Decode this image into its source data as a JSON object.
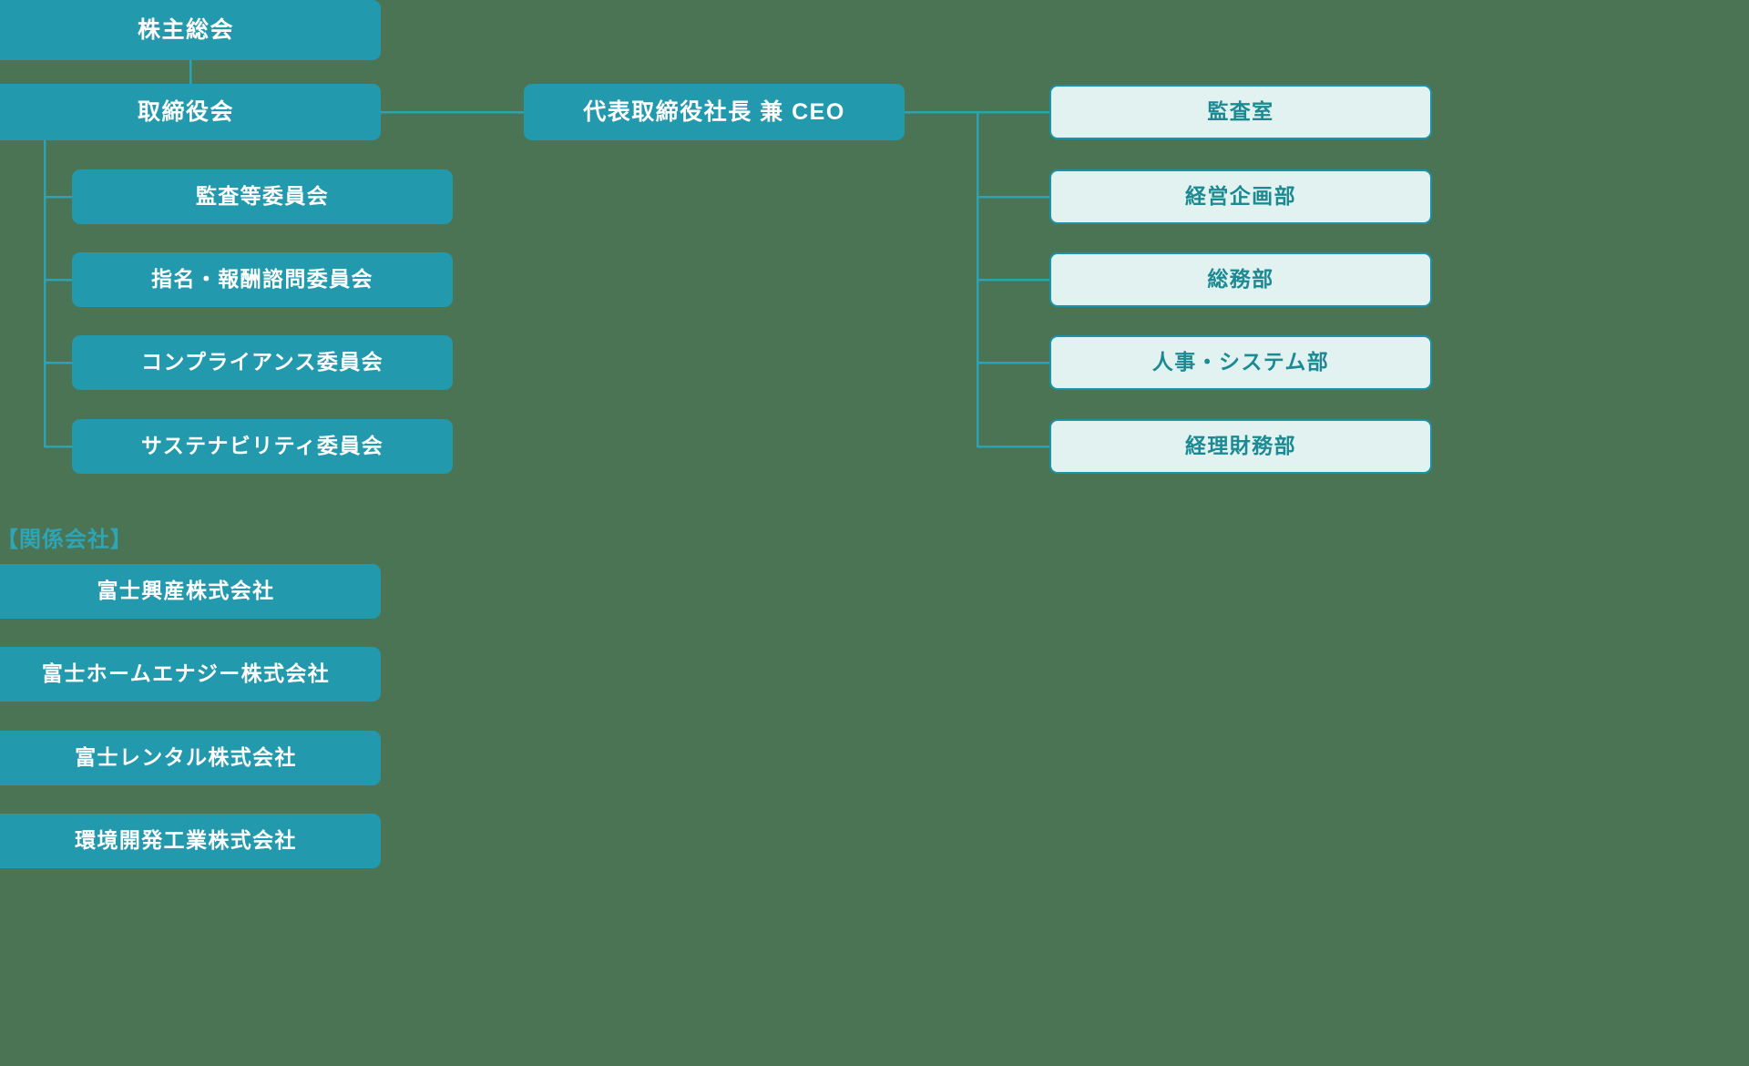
{
  "colors": {
    "background": "#4b7454",
    "box_filled": "#2399ad",
    "box_light_fill": "#e2f2f1",
    "box_light_border": "#1b93a8",
    "text_on_filled": "#ffffff",
    "text_on_light": "#1b8a93",
    "connector_line": "#2ba3b5",
    "heading_text": "#2ea4b4"
  },
  "chart_data": {
    "type": "diagram",
    "title": "",
    "governance": {
      "shareholders_meeting": "株主総会",
      "board_of_directors": "取締役会",
      "president_ceo": "代表取締役社長 兼 CEO"
    },
    "committees": [
      {
        "label": "監査等委員会"
      },
      {
        "label": "指名・報酬諮問委員会"
      },
      {
        "label": "コンプライアンス委員会"
      },
      {
        "label": "サステナビリティ委員会"
      }
    ],
    "departments": [
      {
        "label": "監査室"
      },
      {
        "label": "経営企画部"
      },
      {
        "label": "総務部"
      },
      {
        "label": "人事・システム部"
      },
      {
        "label": "経理財務部"
      }
    ],
    "affiliates_heading": "【関係会社】",
    "affiliates": [
      {
        "label": "富士興産株式会社"
      },
      {
        "label": "富士ホームエナジー株式会社"
      },
      {
        "label": "富士レンタル株式会社"
      },
      {
        "label": "環境開発工業株式会社"
      }
    ],
    "edges": [
      {
        "from": "株主総会",
        "to": "取締役会"
      },
      {
        "from": "取締役会",
        "to": "代表取締役社長 兼 CEO"
      },
      {
        "from": "取締役会",
        "to": "監査等委員会"
      },
      {
        "from": "取締役会",
        "to": "指名・報酬諮問委員会"
      },
      {
        "from": "取締役会",
        "to": "コンプライアンス委員会"
      },
      {
        "from": "取締役会",
        "to": "サステナビリティ委員会"
      },
      {
        "from": "代表取締役社長 兼 CEO",
        "to": "監査室"
      },
      {
        "from": "代表取締役社長 兼 CEO",
        "to": "経営企画部"
      },
      {
        "from": "代表取締役社長 兼 CEO",
        "to": "総務部"
      },
      {
        "from": "代表取締役社長 兼 CEO",
        "to": "人事・システム部"
      },
      {
        "from": "代表取締役社長 兼 CEO",
        "to": "経理財務部"
      }
    ]
  }
}
